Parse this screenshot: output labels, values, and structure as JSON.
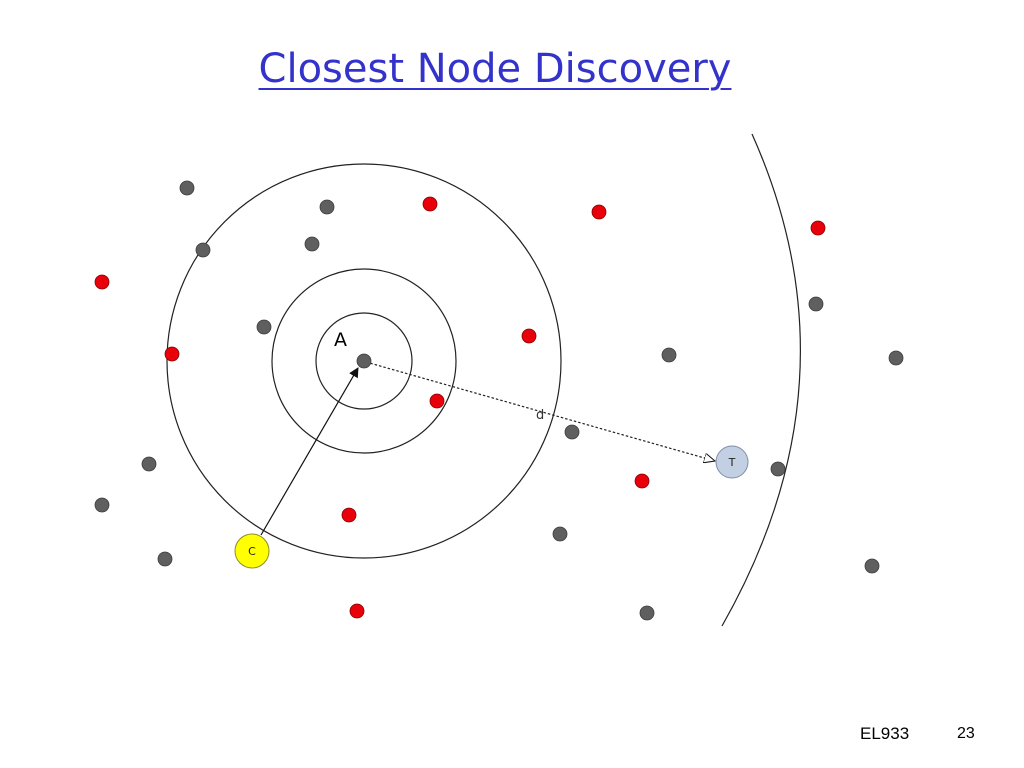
{
  "slide": {
    "title": "Closest Node Discovery",
    "footer_course": "EL933",
    "footer_page": "23"
  },
  "diagram": {
    "labels": {
      "node_a": "A",
      "node_c": "C",
      "node_t": "T",
      "distance": "d"
    },
    "colors": {
      "gray_node": "#5f5f5f",
      "red_node": "#e8000b",
      "node_c_fill": "#ffff00",
      "node_t_fill": "#c3cfe2",
      "line": "#222222"
    }
  }
}
